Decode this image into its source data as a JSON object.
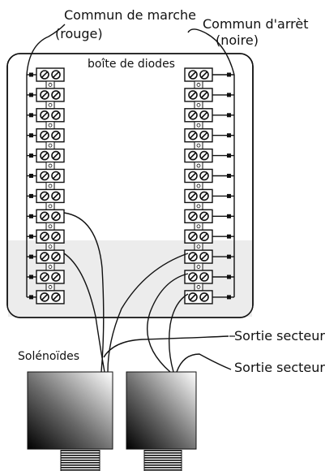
{
  "labels": {
    "commun_marche": "Commun de marche",
    "rouge": "(rouge)",
    "commun_arret": "Commun d'arrèt",
    "noire": "(noire)",
    "boite_diodes": "boîte de diodes",
    "solenoides": "Solénoïdes",
    "sortie_secteur_1": "Sortie secteur",
    "sortie_secteur_2": "Sortie secteur"
  },
  "terminal_blocks": {
    "left_count": 12,
    "right_count": 12
  },
  "solenoids": {
    "count": 2
  }
}
